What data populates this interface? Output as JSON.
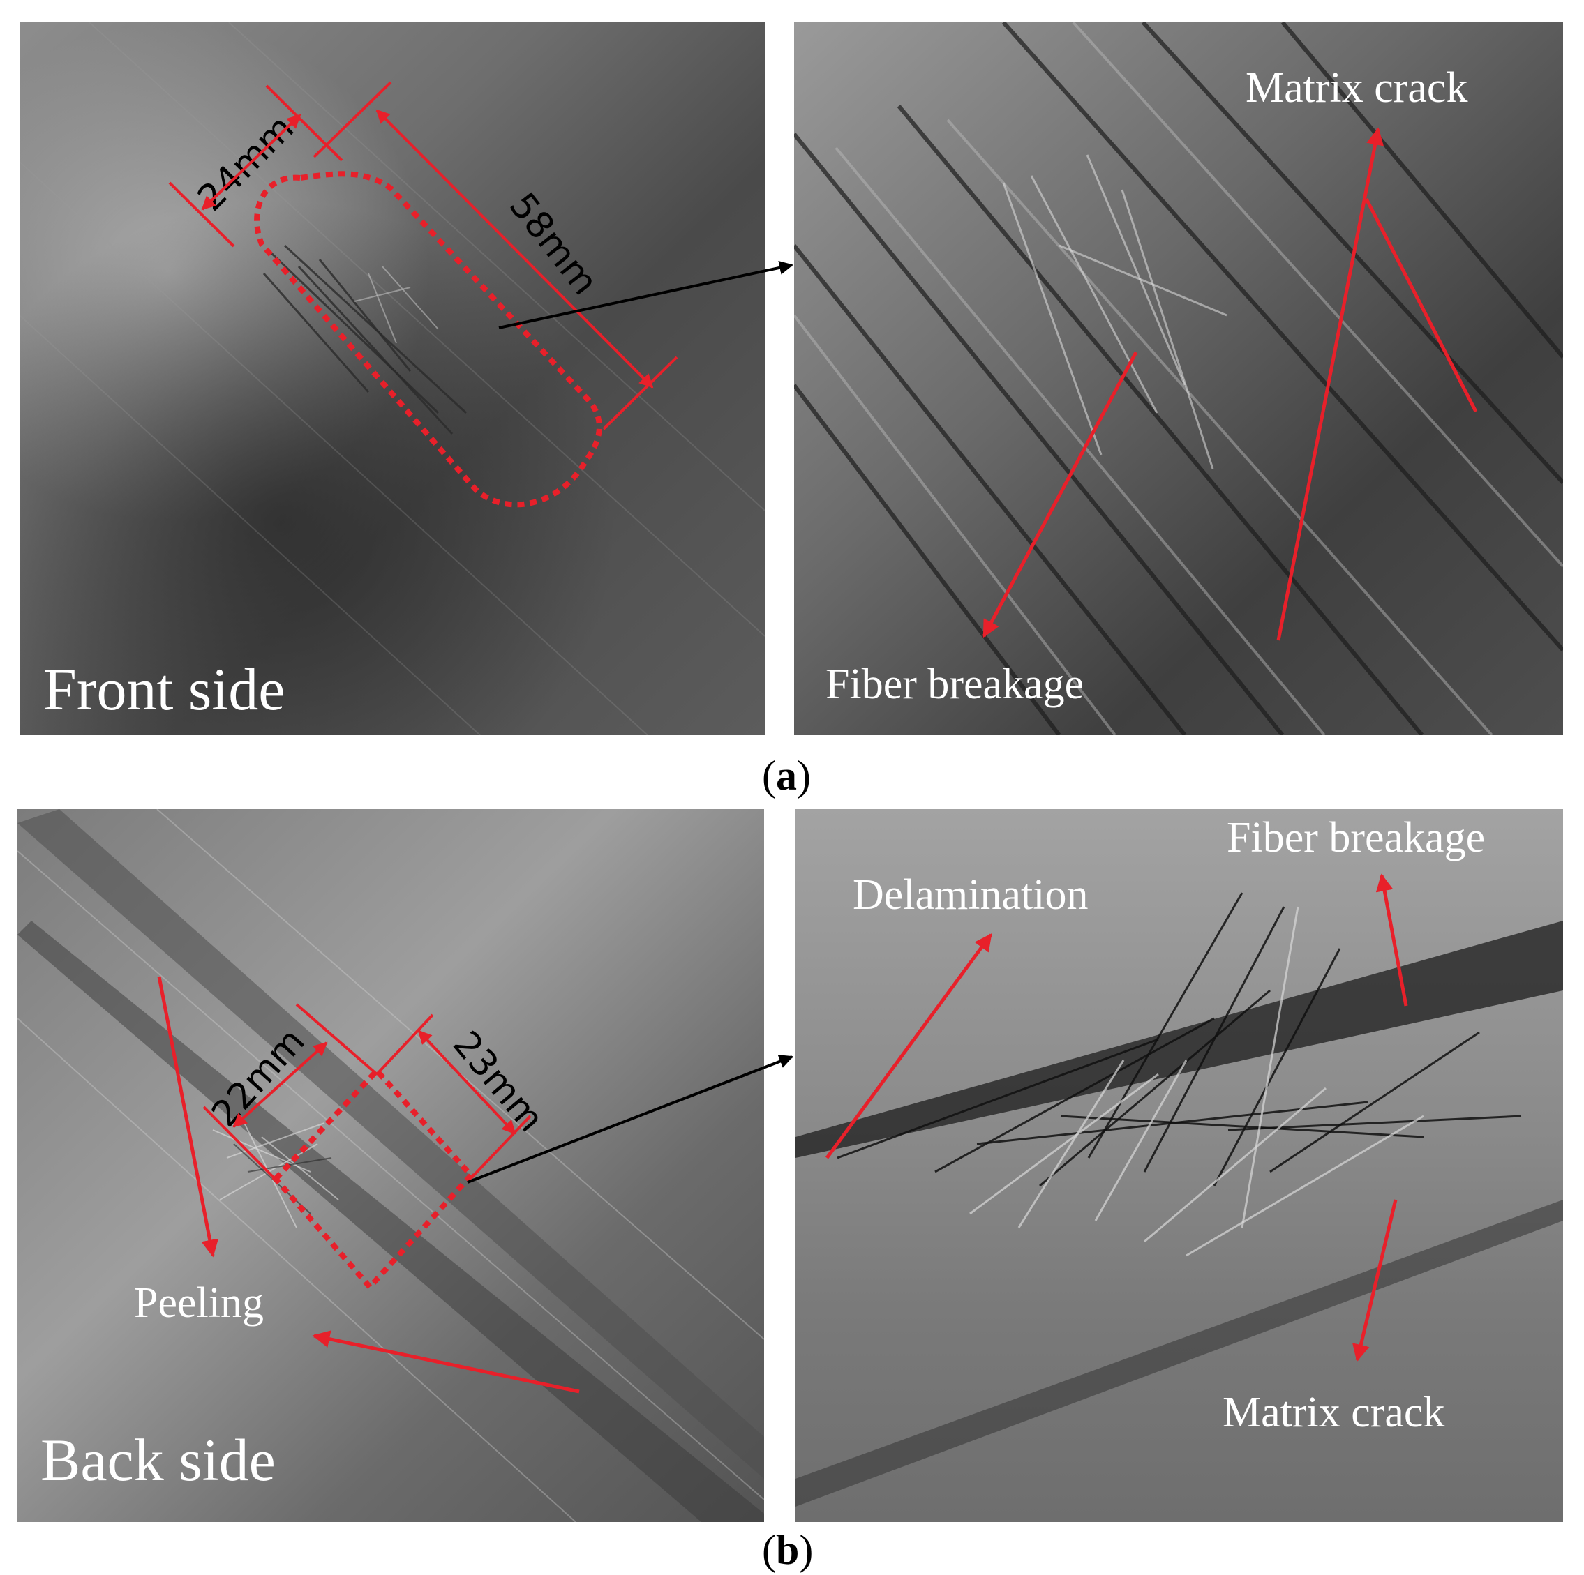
{
  "panels": {
    "a_left": {
      "label": "Front side",
      "dim_width": "24mm",
      "dim_length": "58mm"
    },
    "a_right": {
      "label_top": "Matrix crack",
      "label_bottom": "Fiber breakage"
    },
    "b_left": {
      "label": "Back side",
      "dim_width": "22mm",
      "dim_length": "23mm",
      "label_peel": "Peeling"
    },
    "b_right": {
      "label_fiber": "Fiber breakage",
      "label_delam": "Delamination",
      "label_matrix": "Matrix crack"
    }
  },
  "captions": {
    "a": "a",
    "b": "b",
    "open": "(",
    "close": ")"
  },
  "colors": {
    "annotation_red": "#e8202a",
    "dashed_outline": "#e8202a",
    "pointer_arrow": "#000000"
  }
}
